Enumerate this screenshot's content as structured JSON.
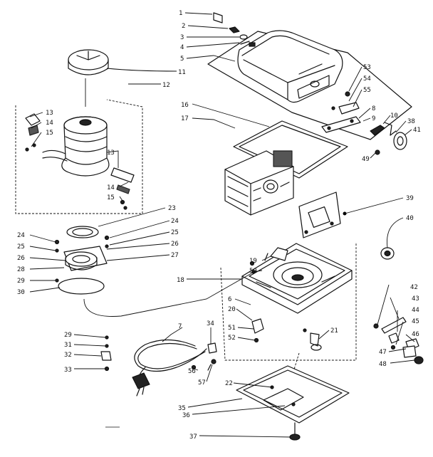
{
  "callouts": [
    {
      "id": "c1",
      "text": "1"
    },
    {
      "id": "c2",
      "text": "2"
    },
    {
      "id": "c3",
      "text": "3"
    },
    {
      "id": "c4",
      "text": "4"
    },
    {
      "id": "c5",
      "text": "5"
    },
    {
      "id": "c11",
      "text": "11"
    },
    {
      "id": "c12",
      "text": "12"
    },
    {
      "id": "c13a",
      "text": "13"
    },
    {
      "id": "c14a",
      "text": "14"
    },
    {
      "id": "c15a",
      "text": "15"
    },
    {
      "id": "c13b",
      "text": "13"
    },
    {
      "id": "c14b",
      "text": "14"
    },
    {
      "id": "c15b",
      "text": "15"
    },
    {
      "id": "c16",
      "text": "16"
    },
    {
      "id": "c17",
      "text": "17"
    },
    {
      "id": "c53",
      "text": "53"
    },
    {
      "id": "c54",
      "text": "54"
    },
    {
      "id": "c55",
      "text": "55"
    },
    {
      "id": "c8",
      "text": "8"
    },
    {
      "id": "c9",
      "text": "9"
    },
    {
      "id": "c10",
      "text": "10"
    },
    {
      "id": "c38",
      "text": "38"
    },
    {
      "id": "c41",
      "text": "41"
    },
    {
      "id": "c49",
      "text": "49"
    },
    {
      "id": "c39",
      "text": "39"
    },
    {
      "id": "c40",
      "text": "40"
    },
    {
      "id": "c23",
      "text": "23"
    },
    {
      "id": "c24a",
      "text": "24"
    },
    {
      "id": "c25a",
      "text": "25"
    },
    {
      "id": "c26a",
      "text": "26"
    },
    {
      "id": "c27",
      "text": "27"
    },
    {
      "id": "c24b",
      "text": "24"
    },
    {
      "id": "c25b",
      "text": "25"
    },
    {
      "id": "c26b",
      "text": "26"
    },
    {
      "id": "c28",
      "text": "28"
    },
    {
      "id": "c29a",
      "text": "29"
    },
    {
      "id": "c30",
      "text": "30"
    },
    {
      "id": "c19",
      "text": "19"
    },
    {
      "id": "c50",
      "text": "50"
    },
    {
      "id": "c18",
      "text": "18"
    },
    {
      "id": "c6",
      "text": "6"
    },
    {
      "id": "c20",
      "text": "20"
    },
    {
      "id": "c51",
      "text": "51"
    },
    {
      "id": "c52",
      "text": "52"
    },
    {
      "id": "c21",
      "text": "21"
    },
    {
      "id": "c42",
      "text": "42"
    },
    {
      "id": "c43",
      "text": "43"
    },
    {
      "id": "c44",
      "text": "44"
    },
    {
      "id": "c45",
      "text": "45"
    },
    {
      "id": "c46",
      "text": "46"
    },
    {
      "id": "c47",
      "text": "47"
    },
    {
      "id": "c48",
      "text": "48"
    },
    {
      "id": "c29b",
      "text": "29"
    },
    {
      "id": "c31",
      "text": "31"
    },
    {
      "id": "c32",
      "text": "32"
    },
    {
      "id": "c33",
      "text": "33"
    },
    {
      "id": "c7",
      "text": "7"
    },
    {
      "id": "c34",
      "text": "34"
    },
    {
      "id": "c56",
      "text": "56"
    },
    {
      "id": "c57",
      "text": "57"
    },
    {
      "id": "c22",
      "text": "22"
    },
    {
      "id": "c35",
      "text": "35"
    },
    {
      "id": "c36",
      "text": "36"
    },
    {
      "id": "c37",
      "text": "37"
    }
  ]
}
